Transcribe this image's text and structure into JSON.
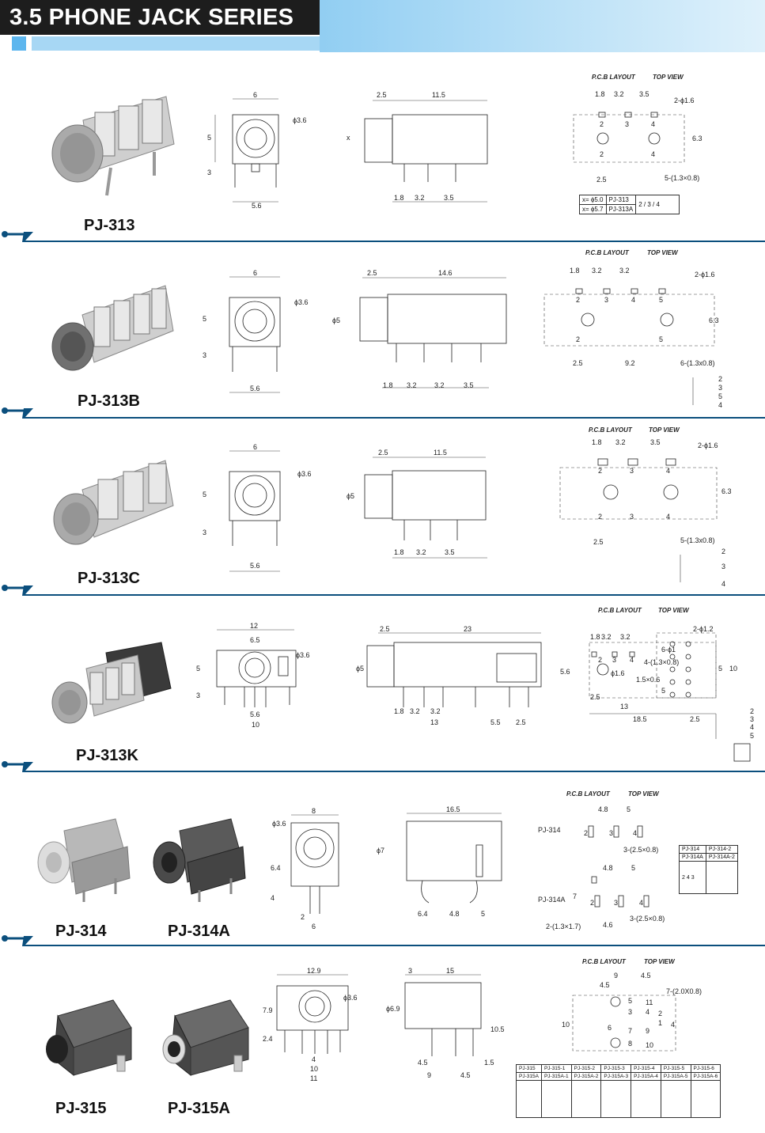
{
  "header": {
    "title": "3.5 PHONE JACK SERIES"
  },
  "colors": {
    "accent": "#0b4f7d",
    "header_bar": "#1d1d1d",
    "header_gradient": "#5db6ee"
  },
  "labels": {
    "pcb_layout": "P.C.B LAYOUT",
    "top_view": "TOP VIEW"
  },
  "pj313": {
    "model": "PJ-313",
    "front": {
      "w": "6",
      "h1": "5",
      "h2": "3",
      "bottom": "5.6",
      "dia": "ϕ3.6"
    },
    "side": {
      "a": "2.5",
      "b": "11.5",
      "x": "x",
      "p1": "1.8",
      "p2": "3.2",
      "p3": "3.5"
    },
    "pcb": {
      "a": "1.8",
      "b": "3.2",
      "c": "3.5",
      "hole": "2-ϕ1.6",
      "h": "6.3",
      "bottom": "2.5",
      "pads": "5-(1.3×0.8)",
      "p2": "2",
      "p3": "3",
      "p4": "4",
      "p2b": "2",
      "p4b": "4"
    },
    "table": {
      "r1a": "x= ϕ5.0",
      "r1b": "PJ-313",
      "r2a": "x= ϕ5.7",
      "r2b": "PJ-313A"
    },
    "schem": {
      "s2": "2",
      "s3": "3",
      "s4": "4"
    }
  },
  "pj313b": {
    "model": "PJ-313B",
    "front": {
      "w": "6",
      "h1": "5",
      "h2": "3",
      "bottom": "5.6",
      "dia": "ϕ3.6"
    },
    "side": {
      "a": "2.5",
      "b": "14.6",
      "x": "ϕ5",
      "p1": "1.8",
      "p2": "3.2",
      "p3": "3.2",
      "p4": "3.5"
    },
    "pcb": {
      "a": "1.8",
      "b": "3.2",
      "c": "3.2",
      "hole": "2-ϕ1.6",
      "h": "6.3",
      "bottom1": "2.5",
      "bottom2": "9.2",
      "pads": "6-(1.3x0.8)",
      "p2": "2",
      "p3": "3",
      "p4": "4",
      "p5": "5",
      "p2b": "2",
      "p5b": "5"
    },
    "schem": {
      "s2": "2",
      "s3": "3",
      "s5": "5",
      "s4": "4"
    }
  },
  "pj313c": {
    "model": "PJ-313C",
    "front": {
      "w": "6",
      "h1": "5",
      "h2": "3",
      "bottom": "5.6",
      "dia": "ϕ3.6"
    },
    "side": {
      "a": "2.5",
      "b": "11.5",
      "x": "ϕ5",
      "p1": "1.8",
      "p2": "3.2",
      "p3": "3.5"
    },
    "pcb": {
      "a": "1.8",
      "b": "3.2",
      "c": "3.5",
      "hole": "2-ϕ1.6",
      "h": "6.3",
      "bottom": "2.5",
      "pads": "5-(1.3x0.8)",
      "p2": "2",
      "p3": "3",
      "p4": "4",
      "p2b": "2",
      "p3b": "3",
      "p4b": "4"
    },
    "schem": {
      "s2": "2",
      "s3": "3",
      "s4": "4"
    }
  },
  "pj313k": {
    "model": "PJ-313K",
    "front": {
      "w1": "12",
      "w2": "6.5",
      "h1": "5",
      "h2": "3",
      "b1": "5.6",
      "b2": "10",
      "dia": "ϕ3.6"
    },
    "side": {
      "a": "2.5",
      "b": "23",
      "x": "ϕ5",
      "p1": "1.8",
      "p2": "3.2",
      "p3": "3.2",
      "l1": "13",
      "l2": "5.5",
      "l3": "2.5"
    },
    "pcb": {
      "a": "1.8",
      "b": "3.2",
      "c": "3.2",
      "hole1": "2-ϕ1.2",
      "hole2": "6-ϕ1",
      "hole3": "ϕ1.6",
      "pads": "4-(1.3×0.8)",
      "slot": "1.5×0.6",
      "h1": "5.6",
      "h2": "5",
      "h3": "10",
      "b1": "2.5",
      "b2": "13",
      "b3": "18.5",
      "b4": "2.5",
      "p2": "2",
      "p3": "3",
      "p4": "4",
      "p5": "5"
    },
    "schem": {
      "s2": "2",
      "s3": "3",
      "s4": "4",
      "s5": "5"
    }
  },
  "pj314": {
    "model1": "PJ-314",
    "model2": "PJ-314A",
    "front": {
      "w": "8",
      "dia": "ϕ3.6",
      "h1": "6.4",
      "h2": "4",
      "b1": "2",
      "b2": "6"
    },
    "side": {
      "l": "16.5",
      "d": "ϕ7",
      "p1": "6.4",
      "p2": "4.8",
      "p3": "5"
    },
    "pcb1": {
      "label": "PJ-314",
      "a": "4.8",
      "b": "5",
      "pads": "3-(2.5×0.8)",
      "p2": "2",
      "p3": "3",
      "p4": "4"
    },
    "pcb2": {
      "label": "PJ-314A",
      "a": "4.8",
      "b": "5",
      "h": "7",
      "pads": "3-(2.5×0.8)",
      "holes": "2-(1.3×1.7)",
      "c": "4.6",
      "p2": "2",
      "p3": "3",
      "p4": "4"
    },
    "table": {
      "c1": "PJ-314",
      "c2": "PJ-314-2",
      "c3": "PJ-314A",
      "c4": "PJ-314A-2",
      "s2": "2",
      "s4": "4",
      "s3": "3"
    }
  },
  "pj315": {
    "model1": "PJ-315",
    "model2": "PJ-315A",
    "front": {
      "w": "12.9",
      "dia": "ϕ3.6",
      "h1": "7.9",
      "h2": "2.4",
      "b1": "4",
      "b2": "10",
      "b3": "11"
    },
    "side": {
      "a": "3",
      "b": "15",
      "d": "ϕ6.9",
      "h": "10.5",
      "p1": "4.5",
      "p2": "1.5",
      "l1": "9",
      "l2": "4.5"
    },
    "pcb": {
      "a": "9",
      "b": "4.5",
      "c": "4.5",
      "pads": "7-(2.0X0.8)",
      "h1": "10",
      "h2": "4",
      "p1": "1",
      "p2": "2",
      "p3": "3",
      "p4": "4",
      "p5": "5",
      "p6": "6",
      "p7": "7",
      "p8": "8",
      "p9": "9",
      "p10": "10",
      "p11": "11"
    },
    "table": [
      "PJ-315",
      "PJ-315-1",
      "PJ-315-2",
      "PJ-315-3",
      "PJ-315-4",
      "PJ-315-5",
      "PJ-315-6",
      "PJ-315A",
      "PJ-315A-1",
      "PJ-315A-2",
      "PJ-315A-3",
      "PJ-315A-4",
      "PJ-315A-5",
      "PJ-315A-6"
    ]
  }
}
